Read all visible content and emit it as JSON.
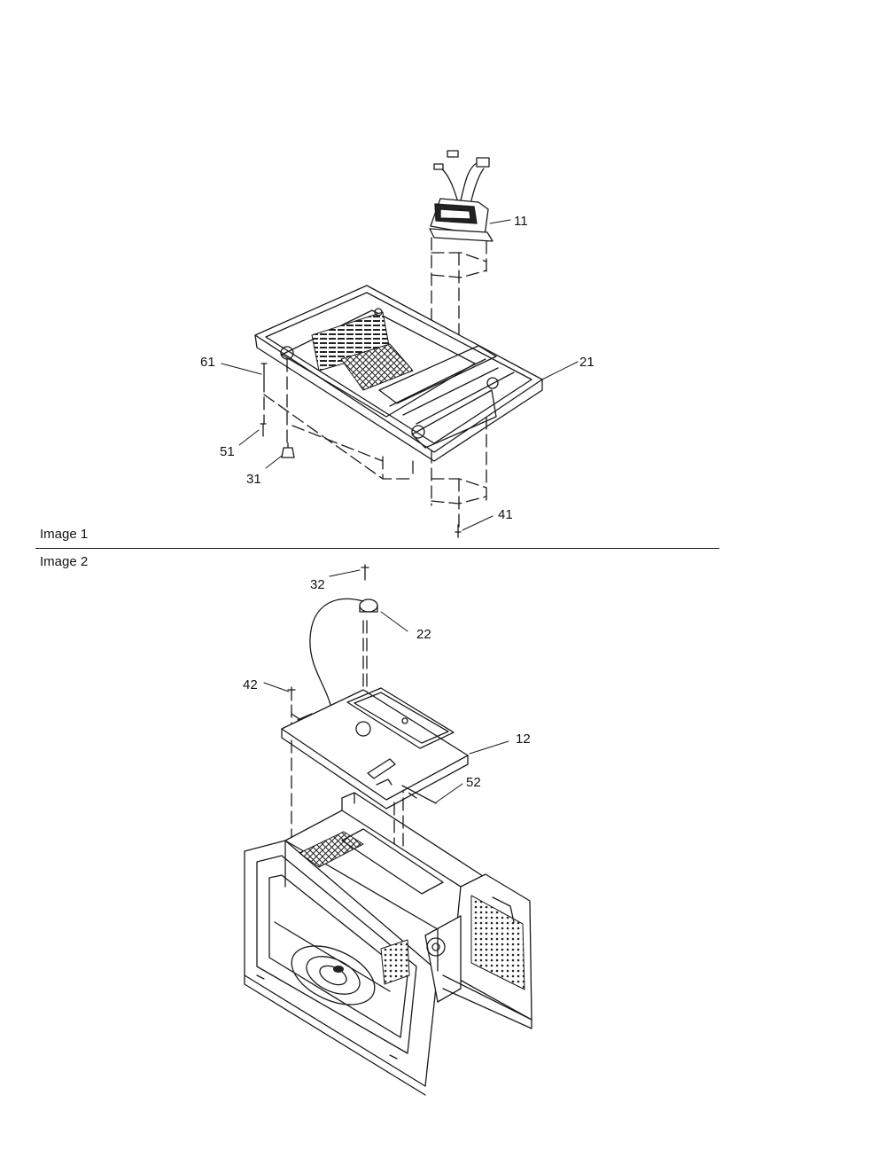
{
  "sections": {
    "image1_label": "Image 1",
    "image2_label": "Image 2"
  },
  "callouts": {
    "c11": "11",
    "c21": "21",
    "c31": "31",
    "c41": "41",
    "c51": "51",
    "c61": "61",
    "c12": "12",
    "c22": "22",
    "c32": "32",
    "c42": "42",
    "c52": "52"
  }
}
